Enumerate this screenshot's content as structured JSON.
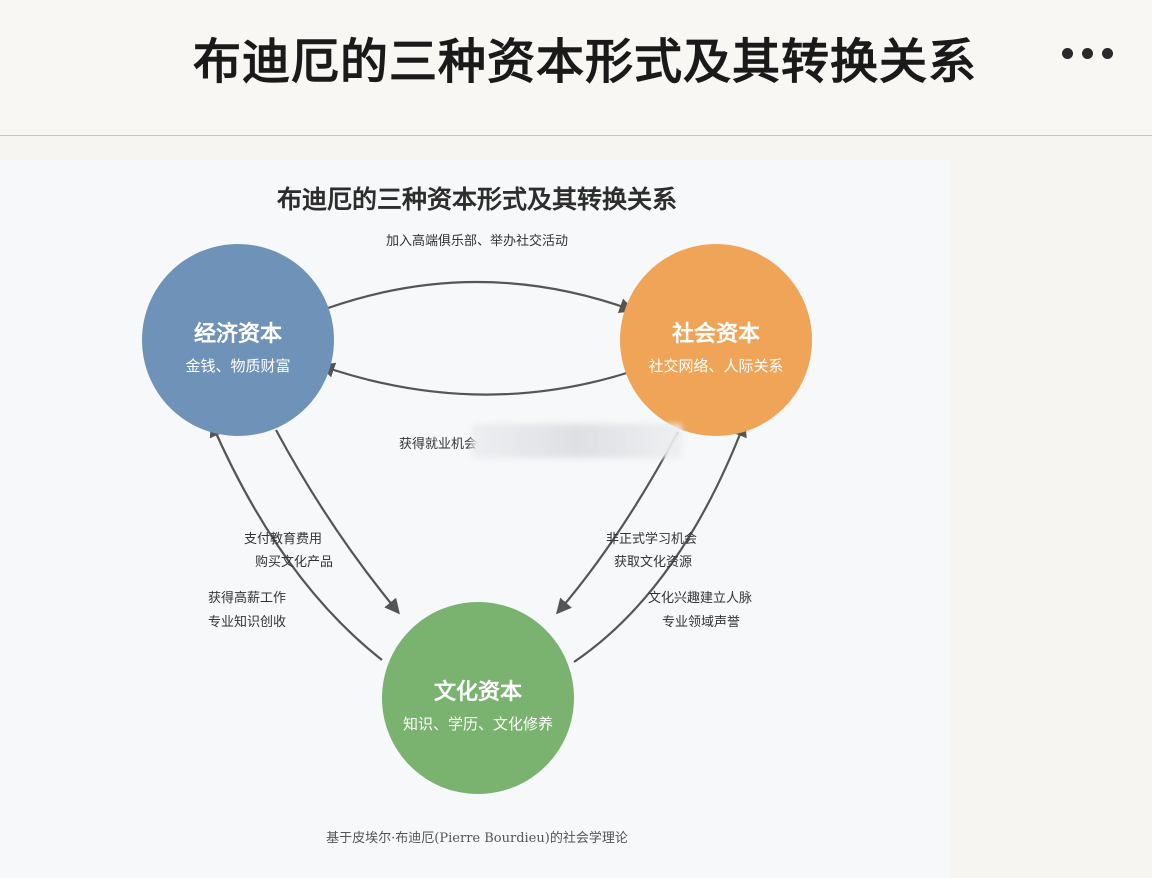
{
  "header": {
    "title": "布迪厄的三种资本形式及其转换关系"
  },
  "diagram": {
    "title": "布迪厄的三种资本形式及其转换关系",
    "footnote": "基于皮埃尔·布迪厄(Pierre Bourdieu)的社会学理论",
    "nodes": {
      "economic": {
        "title": "经济资本",
        "subtitle": "金钱、物质财富",
        "color": "#6f92b8"
      },
      "social": {
        "title": "社会资本",
        "subtitle": "社交网络、人际关系",
        "color": "#f0a457"
      },
      "cultural": {
        "title": "文化资本",
        "subtitle": "知识、学历、文化修养",
        "color": "#7ab270"
      }
    },
    "edges": {
      "economic_to_social": "加入高端俱乐部、举办社交活动",
      "social_to_economic": "获得就业机会",
      "economic_to_cultural_1": "支付教育费用",
      "economic_to_cultural_2": "购买文化产品",
      "cultural_to_economic_1": "获得高薪工作",
      "cultural_to_economic_2": "专业知识创收",
      "social_to_cultural_1": "非正式学习机会",
      "social_to_cultural_2": "获取文化资源",
      "cultural_to_social_1": "文化兴趣建立人脉",
      "cultural_to_social_2": "专业领域声誉"
    }
  }
}
